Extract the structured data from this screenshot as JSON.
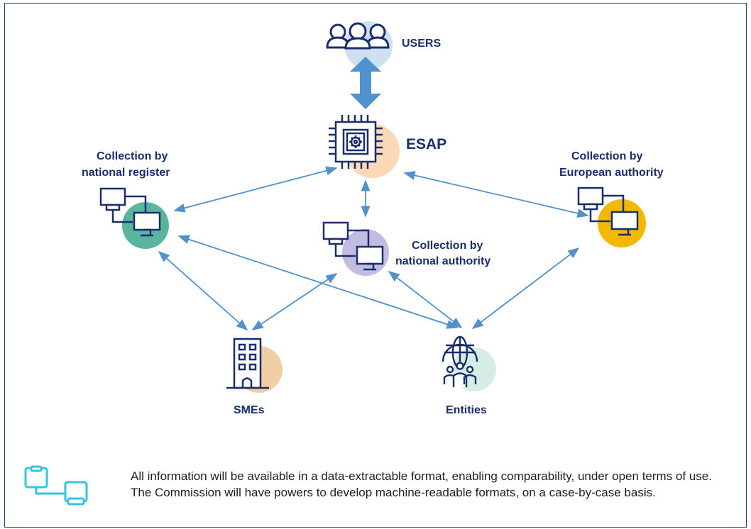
{
  "nodes": {
    "users": {
      "label": "USERS",
      "color": "#cfe0f2"
    },
    "esap": {
      "label": "ESAP",
      "color": "#fbd9b6"
    },
    "national_register": {
      "label_line1": "Collection by",
      "label_line2": "national register",
      "color": "#5ab59f"
    },
    "national_authority": {
      "label_line1": "Collection by",
      "label_line2": "national authority",
      "color": "#c2bde0"
    },
    "european_authority": {
      "label_line1": "Collection by",
      "label_line2": "European authority",
      "color": "#f5b800"
    },
    "smes": {
      "label": "SMEs",
      "color": "#f1cfa4"
    },
    "entities": {
      "label": "Entities",
      "color": "#d5ede5"
    }
  },
  "colors": {
    "navy": "#1a2e6e",
    "arrow": "#4f92ce",
    "users_arrow": "#4f92ce",
    "note_icon": "#34c3e0"
  },
  "note": {
    "text": "All information will be available in a data-extractable format, enabling comparability, under open terms of use. The Commission will have powers to develop machine-readable formats, on a case-by-case basis.",
    "icon": "connected-squares-icon"
  }
}
